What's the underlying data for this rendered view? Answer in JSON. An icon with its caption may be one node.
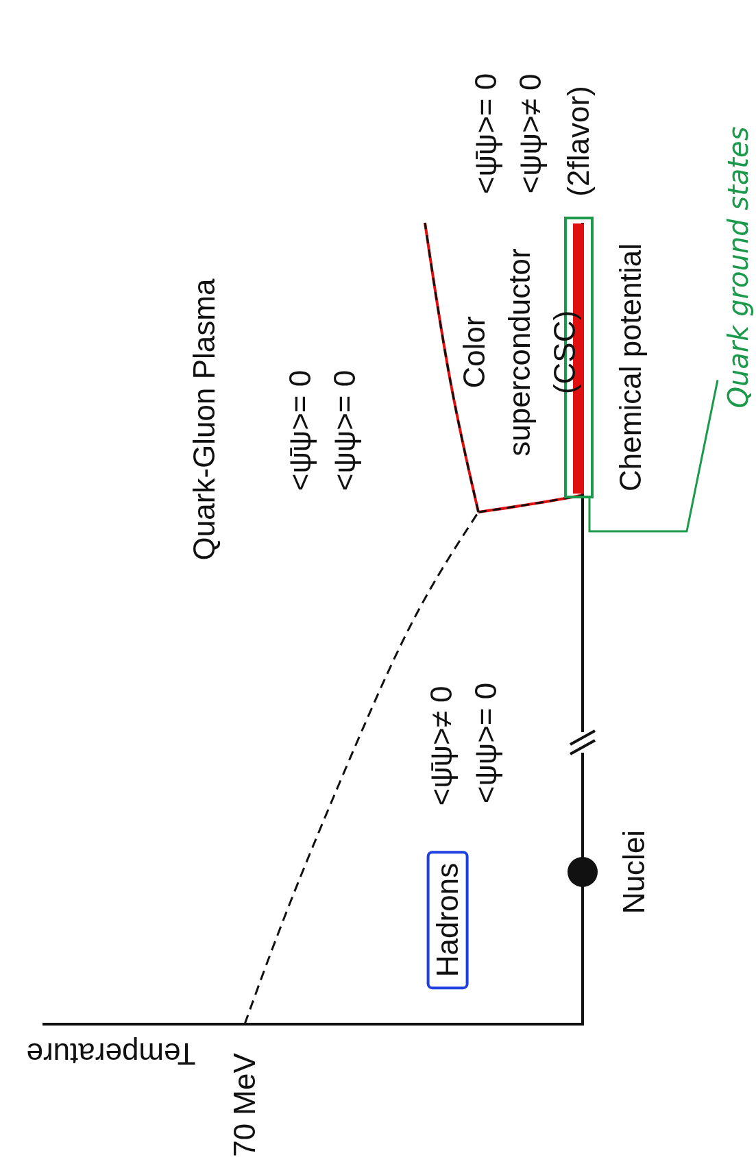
{
  "diagram": {
    "nodes": [
      {
        "text": [
          "Quark ground states"
        ]
      },
      {
        "text": [],
        "shape": "box"
      },
      {
        "text": [
          "Hadrons"
        ]
      }
    ],
    "edges": [
      {
        "from": 0,
        "to": 1,
        "arrow": "none"
      }
    ],
    "labels": [
      "Quark-Gluon Plasma",
      "<ψ̄ψ>= 0",
      "<ψψ>= 0",
      "Color superconductor (CSC)",
      "Chemical potential",
      "<ψ̄ψ>= 0",
      "<ψψ>≠ 0",
      "(2flavor)",
      "<ψ̄ψ>≠ 0",
      "<ψψ>= 0",
      "Nuclei",
      "Temperature",
      "70 MeV"
    ]
  }
}
